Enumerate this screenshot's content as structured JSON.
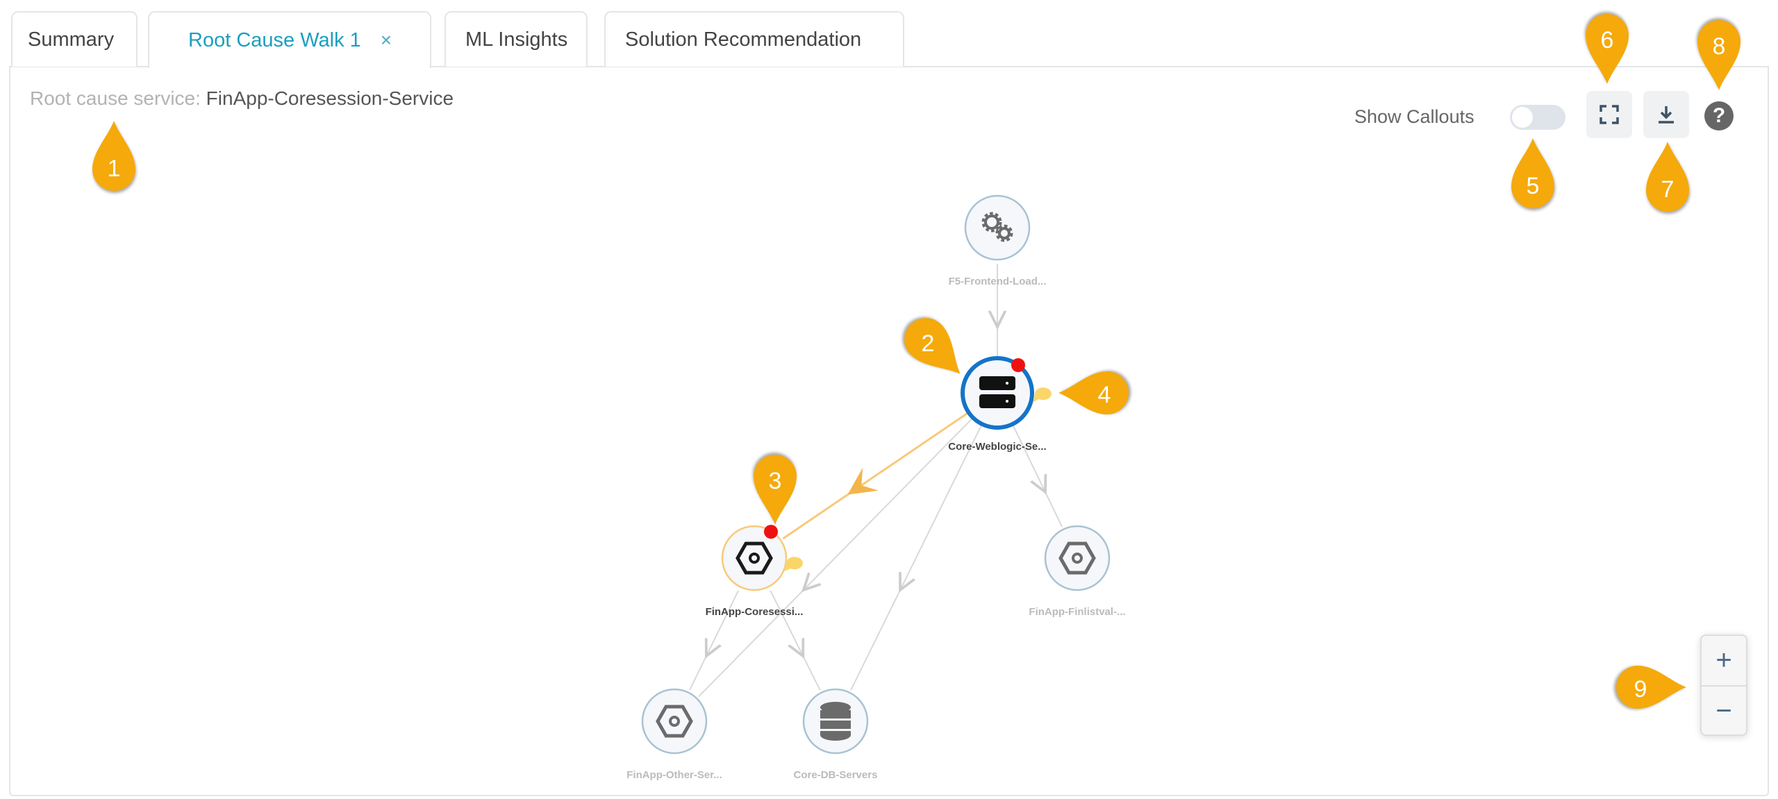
{
  "tabs": [
    {
      "label": "Summary",
      "active": false
    },
    {
      "label": "Root Cause Walk 1",
      "active": true,
      "close": "×"
    },
    {
      "label": "ML Insights",
      "active": false
    },
    {
      "label": "Solution Recommendation",
      "active": false
    }
  ],
  "root_cause": {
    "label": "Root cause service:",
    "value": "FinApp-Coresession-Service"
  },
  "toolbar": {
    "show_callouts_label": "Show Callouts",
    "show_callouts_on": false,
    "help": "?"
  },
  "zoom": {
    "in": "+",
    "out": "−"
  },
  "nodes": [
    {
      "id": "f5",
      "label": "F5-Frontend-Load...",
      "icon": "gears-icon"
    },
    {
      "id": "weblogic",
      "label": "Core-Weblogic-Se...",
      "icon": "server-icon"
    },
    {
      "id": "coresession",
      "label": "FinApp-Coresessi...",
      "icon": "hexagon-gear-icon"
    },
    {
      "id": "finlistval",
      "label": "FinApp-Finlistval-...",
      "icon": "hexagon-gear-icon"
    },
    {
      "id": "other",
      "label": "FinApp-Other-Ser...",
      "icon": "hexagon-gear-icon"
    },
    {
      "id": "db",
      "label": "Core-DB-Servers",
      "icon": "database-icon"
    }
  ],
  "markers": [
    "1",
    "2",
    "3",
    "4",
    "5",
    "6",
    "7",
    "8",
    "9"
  ],
  "colors": {
    "accent": "#1a9fbf",
    "marker": "#f5a90a",
    "alert": "#ee1111",
    "root_edge": "#f8c97a",
    "selected": "#1474c8"
  }
}
